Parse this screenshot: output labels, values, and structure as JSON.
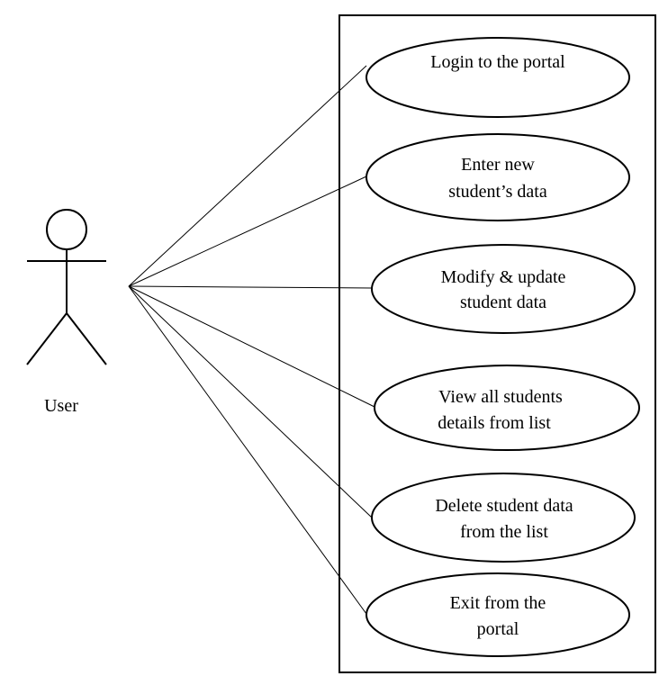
{
  "actor": {
    "label": "User"
  },
  "use_cases": [
    {
      "line1": "Login to the portal",
      "line2": ""
    },
    {
      "line1": "Enter new",
      "line2": "student’s data"
    },
    {
      "line1": "Modify & update",
      "line2": "student data"
    },
    {
      "line1": "View all students",
      "line2": "details from list"
    },
    {
      "line1": "Delete student data",
      "line2": "from the list"
    },
    {
      "line1": "Exit from the",
      "line2": "portal"
    }
  ],
  "colors": {
    "stroke": "#000000",
    "background": "#ffffff"
  }
}
